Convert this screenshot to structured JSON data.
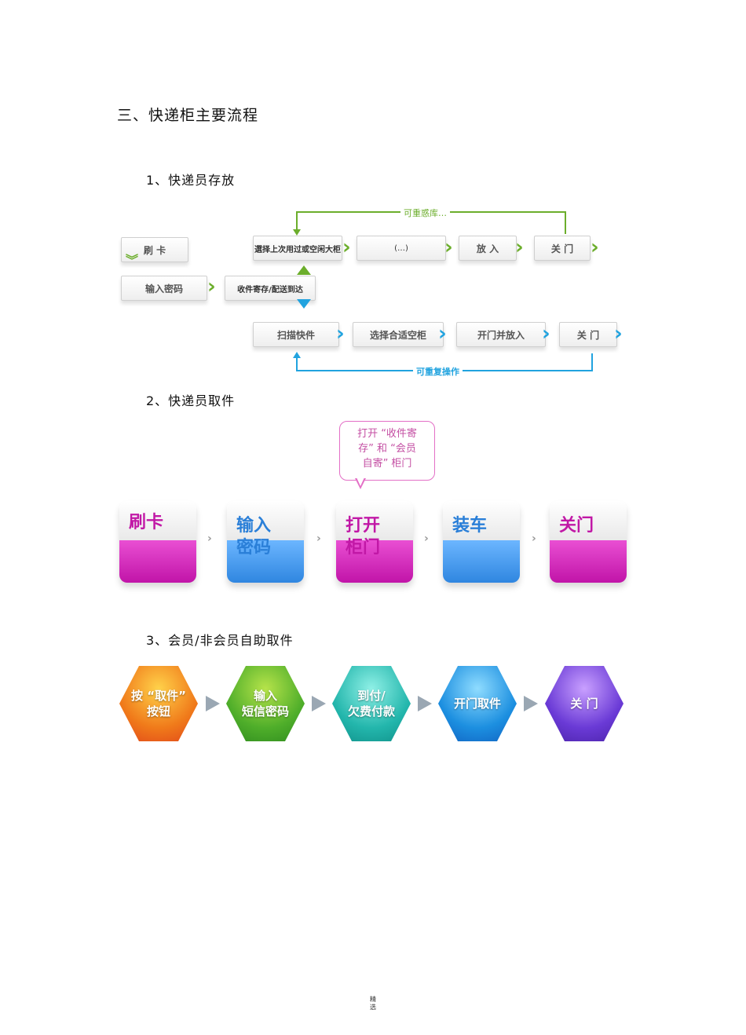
{
  "section_title": "三、快递柜主要流程",
  "store": {
    "heading": "1、快递员存放",
    "loop_top_label": "可重惑库…",
    "loop_bottom_label": "可重复操作",
    "swipe_card": "刷 卡",
    "enter_password": "输入密码",
    "choose_service": "收件寄存/配送到达",
    "top_steps": [
      "選择上次用过或空闲大柜",
      "(…)",
      "放 入",
      "关 门"
    ],
    "bottom_steps": [
      "扫描快件",
      "选择合适空柜",
      "开门并放入",
      "关 门"
    ],
    "colors": {
      "green": "#6cae2c",
      "blue": "#21a3df"
    }
  },
  "pickup": {
    "heading": "2、快递员取件",
    "bubble_text": "打开 “收件寄\n存” 和 “会员\n自寄” 柜门",
    "steps": [
      {
        "label": "刷卡",
        "color": "magenta"
      },
      {
        "label": "输入\n密码",
        "color": "blue"
      },
      {
        "label": "打开\n柜门",
        "color": "magenta"
      },
      {
        "label": "装车",
        "color": "blue"
      },
      {
        "label": "关门",
        "color": "magenta"
      }
    ],
    "arrow": "›"
  },
  "member": {
    "heading": "3、会员/非会员自助取件",
    "steps": [
      {
        "label": "按 “取件”\n按钮",
        "color": "orange"
      },
      {
        "label": "输入\n短信密码",
        "color": "green"
      },
      {
        "label": "到付/\n欠费付款",
        "color": "teal"
      },
      {
        "label": "开门取件",
        "color": "blue"
      },
      {
        "label": "关 门",
        "color": "purple"
      }
    ]
  },
  "footer": "精\n选"
}
